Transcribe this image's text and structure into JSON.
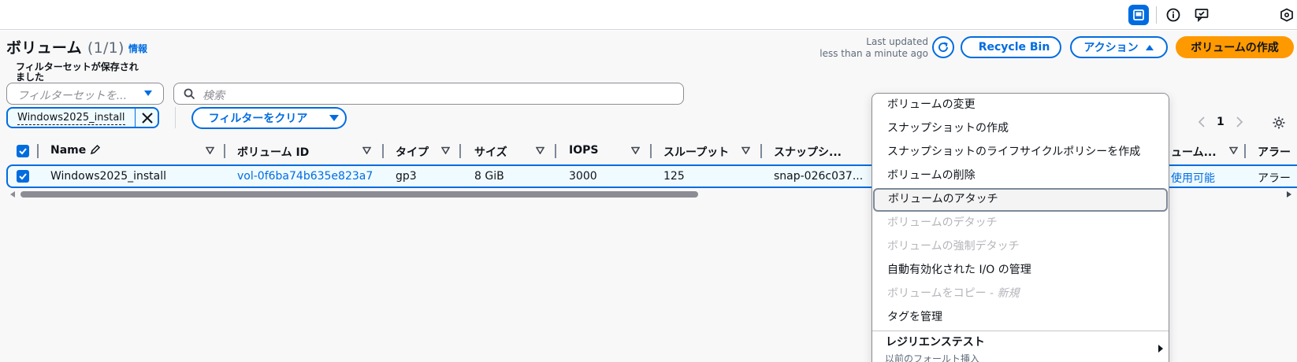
{
  "header": {
    "title": "ボリューム",
    "count": "(1/1)",
    "info_link": "情報",
    "last_updated_label": "Last updated",
    "last_updated_value": "less than a minute ago",
    "recycle_bin_label": "Recycle Bin",
    "actions_label": "アクション",
    "create_label": "ボリュームの作成"
  },
  "filters": {
    "saved_label": "フィルターセットが保存されました",
    "filter_set_placeholder": "フィルターセットを...",
    "search_placeholder": "検索",
    "token": "Windows2025_install",
    "clear_label": "フィルターをクリア"
  },
  "pagination": {
    "page": "1"
  },
  "table": {
    "columns": [
      "Name",
      "ボリューム ID",
      "タイプ",
      "サイズ",
      "IOPS",
      "スループット",
      "スナップシ...",
      "ューム...",
      "アラー"
    ],
    "rows": [
      {
        "name": "Windows2025_install",
        "volume_id": "vol-0f6ba74b635e823a7",
        "type": "gp3",
        "size": "8 GiB",
        "iops": "3000",
        "throughput": "125",
        "snapshot": "snap-026c037...",
        "state": "使用可能",
        "alarm": "アラー"
      }
    ]
  },
  "actions_menu": {
    "items": [
      {
        "label": "ボリュームの変更",
        "disabled": false
      },
      {
        "label": "スナップショットの作成",
        "disabled": false
      },
      {
        "label": "スナップショットのライフサイクルポリシーを作成",
        "disabled": false
      },
      {
        "label": "ボリュームの削除",
        "disabled": false
      },
      {
        "label": "ボリュームのアタッチ",
        "disabled": false,
        "focused": true
      },
      {
        "label": "ボリュームのデタッチ",
        "disabled": true
      },
      {
        "label": "ボリュームの強制デタッチ",
        "disabled": true
      },
      {
        "label": "自動有効化された I/O の管理",
        "disabled": false
      },
      {
        "label": "ボリュームをコピー - ",
        "new_tag": "新規",
        "disabled": true
      },
      {
        "label": "タグを管理",
        "disabled": false
      }
    ],
    "group_title": "レジリエンステスト",
    "group_subtitle": "以前のフォールト挿入"
  },
  "colors": {
    "accent": "#006ce0",
    "primary_button": "#ff9900",
    "selected_row_bg": "#f0fbff",
    "disabled_text": "#b4b4bb"
  }
}
